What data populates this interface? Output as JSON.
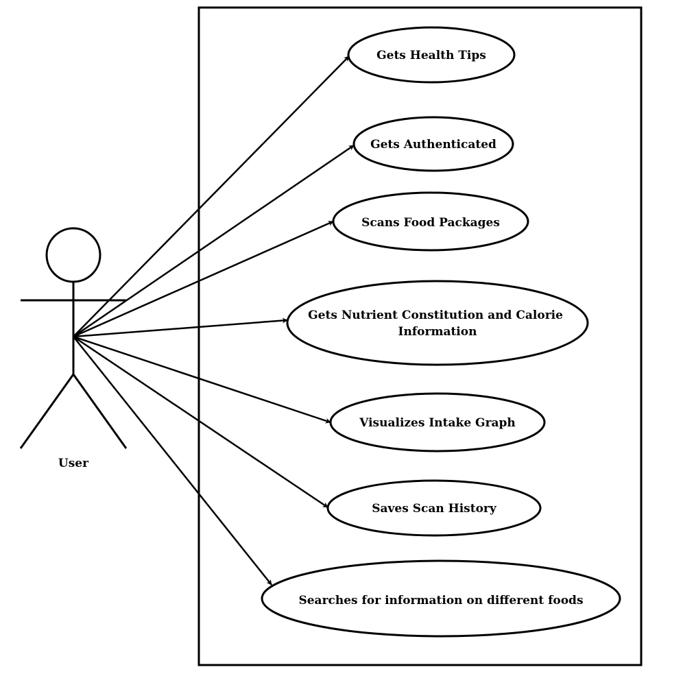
{
  "actor": {
    "name": "User",
    "icon": "stick-figure-icon"
  },
  "use_cases": [
    {
      "lines": [
        "Gets Health Tips"
      ]
    },
    {
      "lines": [
        "Gets Authenticated"
      ]
    },
    {
      "lines": [
        "Scans Food Packages"
      ]
    },
    {
      "lines": [
        "Gets Nutrient Constitution and Calorie",
        "Information"
      ]
    },
    {
      "lines": [
        "Visualizes Intake Graph"
      ]
    },
    {
      "lines": [
        "Saves Scan History"
      ]
    },
    {
      "lines": [
        "Searches for information on different foods"
      ]
    }
  ],
  "colors": {
    "stroke": "#000000",
    "background": "#ffffff"
  }
}
